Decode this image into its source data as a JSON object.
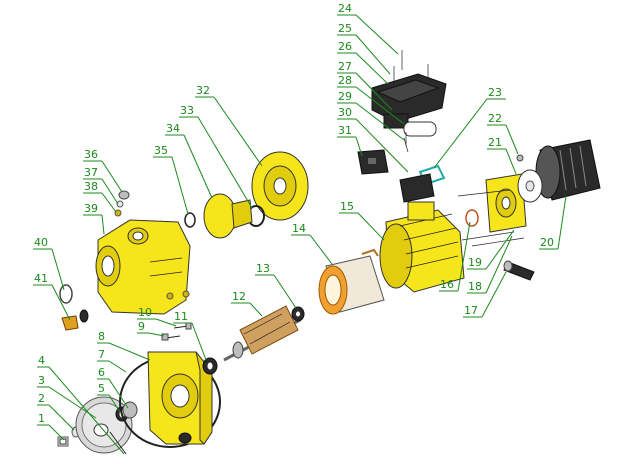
{
  "callouts": [
    {
      "n": "1"
    },
    {
      "n": "2"
    },
    {
      "n": "3"
    },
    {
      "n": "4"
    },
    {
      "n": "5"
    },
    {
      "n": "6"
    },
    {
      "n": "7"
    },
    {
      "n": "8"
    },
    {
      "n": "9"
    },
    {
      "n": "10"
    },
    {
      "n": "11"
    },
    {
      "n": "12"
    },
    {
      "n": "13"
    },
    {
      "n": "14"
    },
    {
      "n": "15"
    },
    {
      "n": "16"
    },
    {
      "n": "17"
    },
    {
      "n": "18"
    },
    {
      "n": "19"
    },
    {
      "n": "20"
    },
    {
      "n": "21"
    },
    {
      "n": "22"
    },
    {
      "n": "23"
    },
    {
      "n": "24"
    },
    {
      "n": "25"
    },
    {
      "n": "26"
    },
    {
      "n": "27"
    },
    {
      "n": "28"
    },
    {
      "n": "29"
    },
    {
      "n": "30"
    },
    {
      "n": "31"
    },
    {
      "n": "32"
    },
    {
      "n": "33"
    },
    {
      "n": "34"
    },
    {
      "n": "35"
    },
    {
      "n": "36"
    },
    {
      "n": "37"
    },
    {
      "n": "38"
    },
    {
      "n": "39"
    },
    {
      "n": "40"
    },
    {
      "n": "41"
    }
  ],
  "colors": {
    "callout": "#1c8a1c",
    "housing": "#f6e51a",
    "line": "#222222"
  }
}
